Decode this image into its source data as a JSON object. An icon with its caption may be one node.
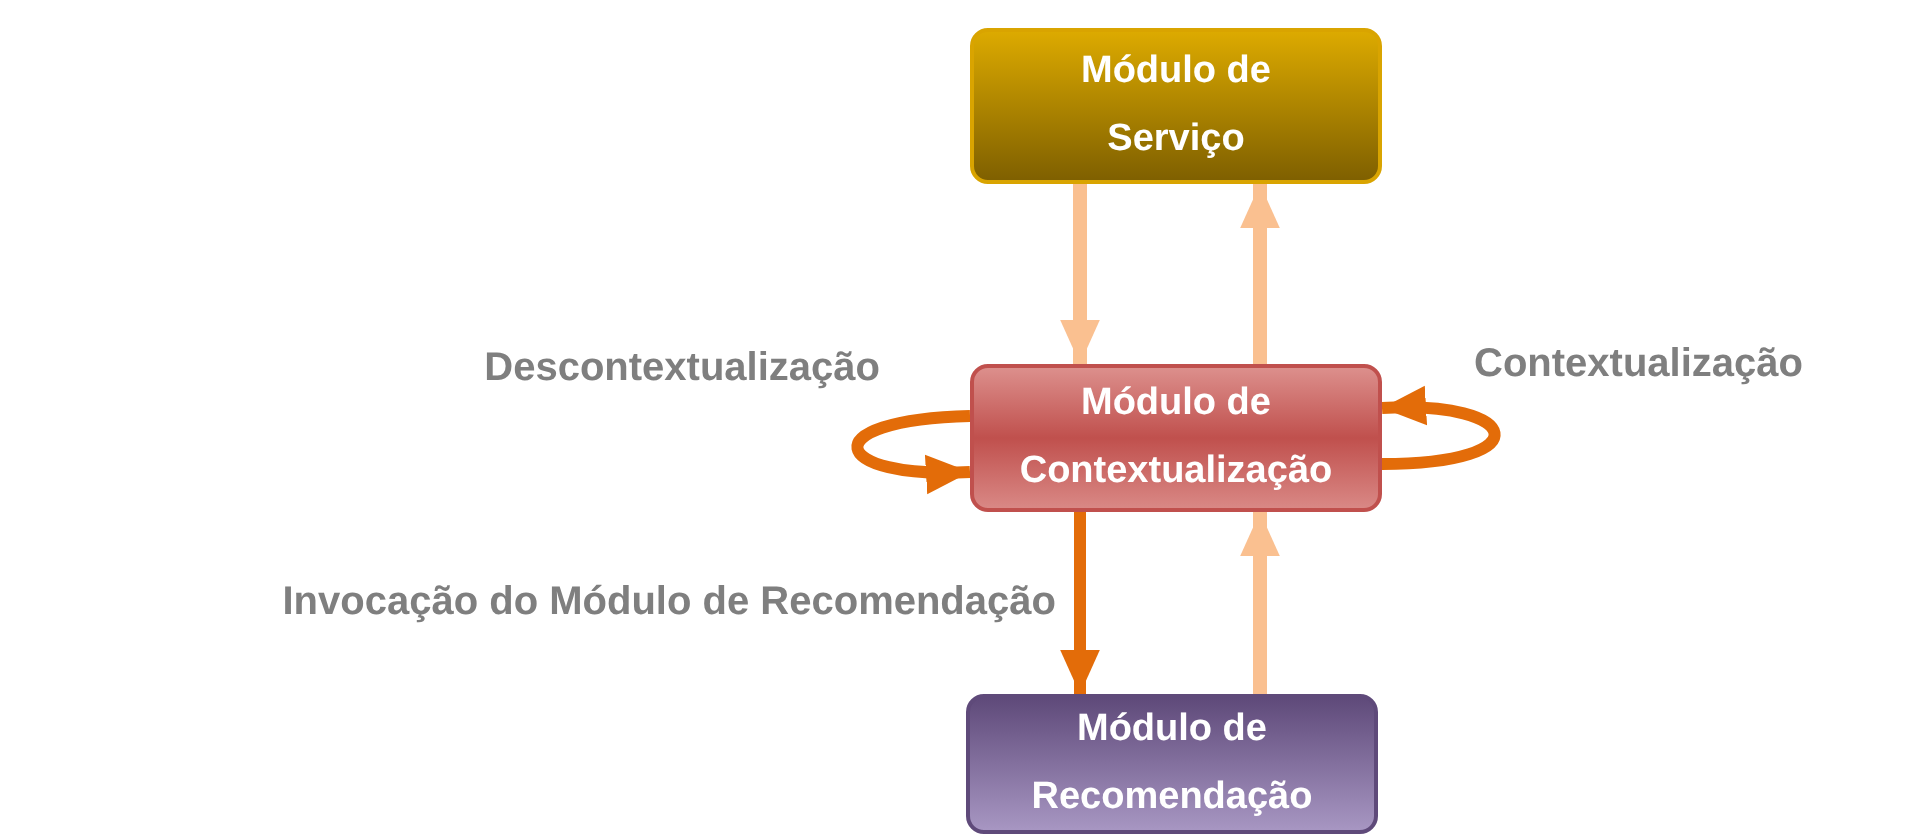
{
  "diagram": {
    "nodes": [
      {
        "text": [
          "Módulo de Serviço"
        ]
      },
      {
        "text": [
          "Módulo de Contextualização"
        ]
      },
      {
        "text": [
          "Módulo de Recomendação"
        ]
      }
    ],
    "edges": [
      {
        "from": 0,
        "to": 1,
        "arrow": "to"
      },
      {
        "from": 1,
        "to": 0,
        "arrow": "to"
      },
      {
        "from": 1,
        "to": 1,
        "arrow": "to",
        "label": "Descontextualização",
        "color": "#e36c09"
      },
      {
        "from": 1,
        "to": 1,
        "arrow": "to",
        "label": "Contextualização",
        "color": "#e36c09"
      },
      {
        "from": 1,
        "to": 2,
        "arrow": "to",
        "label": "Invocação do Módulo de Recomendação",
        "color": "#e36c09"
      },
      {
        "from": 2,
        "to": 1,
        "arrow": "to"
      }
    ]
  }
}
